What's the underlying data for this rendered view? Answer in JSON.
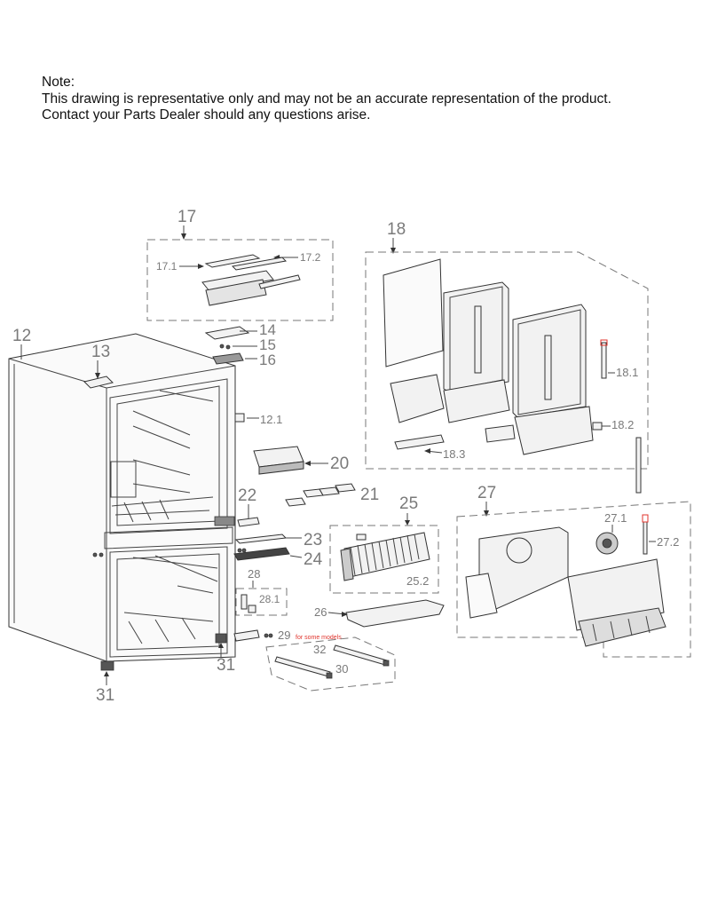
{
  "note": {
    "heading": "Note:",
    "line1": "This drawing is representative only and may not be an accurate representation of the product.",
    "line2": "Contact your Parts Dealer should any questions arise."
  },
  "callouts": {
    "c12": "12",
    "c13": "13",
    "c14": "14",
    "c15": "15",
    "c16": "16",
    "c17": "17",
    "c17_1": "17.1",
    "c17_2": "17.2",
    "c18": "18",
    "c18_1": "18.1",
    "c18_2": "18.2",
    "c18_3": "18.3",
    "c12_1": "12.1",
    "c20": "20",
    "c21": "21",
    "c22": "22",
    "c23": "23",
    "c24": "24",
    "c25": "25",
    "c25_2": "25.2",
    "c26": "26",
    "c27": "27",
    "c27_1": "27.1",
    "c27_2": "27.2",
    "c28": "28",
    "c28_1": "28.1",
    "c29": "29",
    "c30": "30",
    "c31a": "31",
    "c31b": "31",
    "c32": "32",
    "for_some_models": "for some models"
  }
}
